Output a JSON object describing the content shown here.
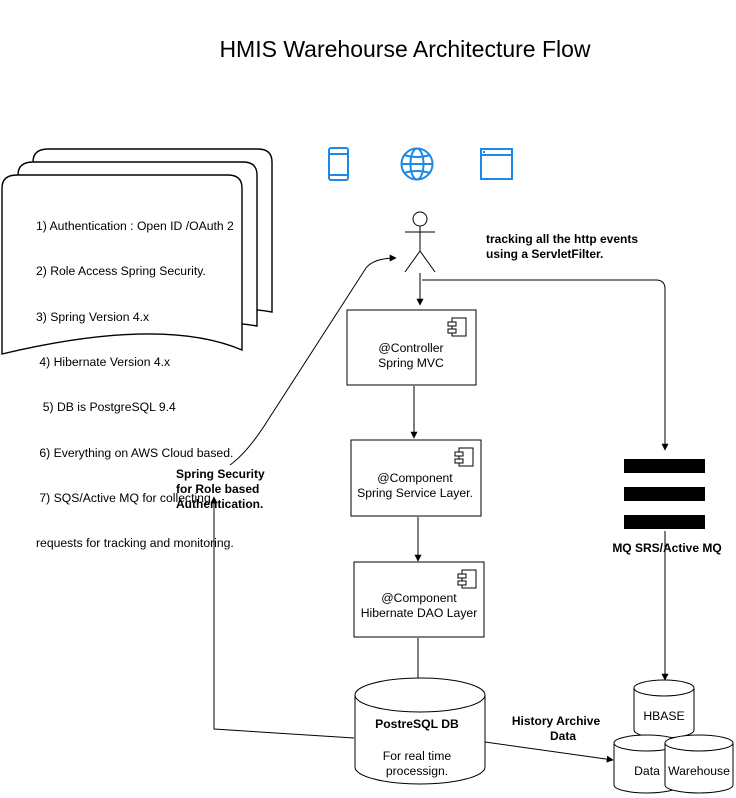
{
  "title": "HMIS Warehourse Architecture Flow",
  "notes": {
    "lines": [
      "1) Authentication : Open ID /OAuth 2",
      "2) Role Access Spring Security.",
      "3) Spring Version 4.x",
      " 4) Hibernate Version 4.x",
      "  5) DB is PostgreSQL 9.4",
      " 6) Everything on AWS Cloud based.",
      " 7) SQS/Active MQ for collecting",
      "requests for tracking and monitoring."
    ]
  },
  "icons": [
    "mobile-icon",
    "globe-icon",
    "browser-window-icon",
    "user-actor-icon",
    "component-icon"
  ],
  "labels": {
    "tracking_line1": "tracking all the http events",
    "tracking_line2": "using a ServletFilter.",
    "security_line1": "Spring Security",
    "security_line2": "for Role based",
    "security_line3": "Authentication.",
    "mq": "MQ SRS/Active MQ",
    "archive_line1": "History Archive",
    "archive_line2": "Data"
  },
  "boxes": {
    "controller": {
      "line1": "@Controller",
      "line2": "Spring MVC"
    },
    "service": {
      "line1": "@Component",
      "line2": "Spring Service Layer."
    },
    "dao": {
      "line1": "@Component",
      "line2": "Hibernate DAO Layer"
    }
  },
  "database": {
    "name": "PostreSQL DB",
    "line1": "For real time",
    "line2": "processign."
  },
  "storage": {
    "hbase": "HBASE",
    "data": "Data",
    "warehouse": "Warehouse"
  },
  "colors": {
    "icon_blue": "#1E88E5",
    "line": "#000000",
    "queue_bar": "#000000"
  }
}
